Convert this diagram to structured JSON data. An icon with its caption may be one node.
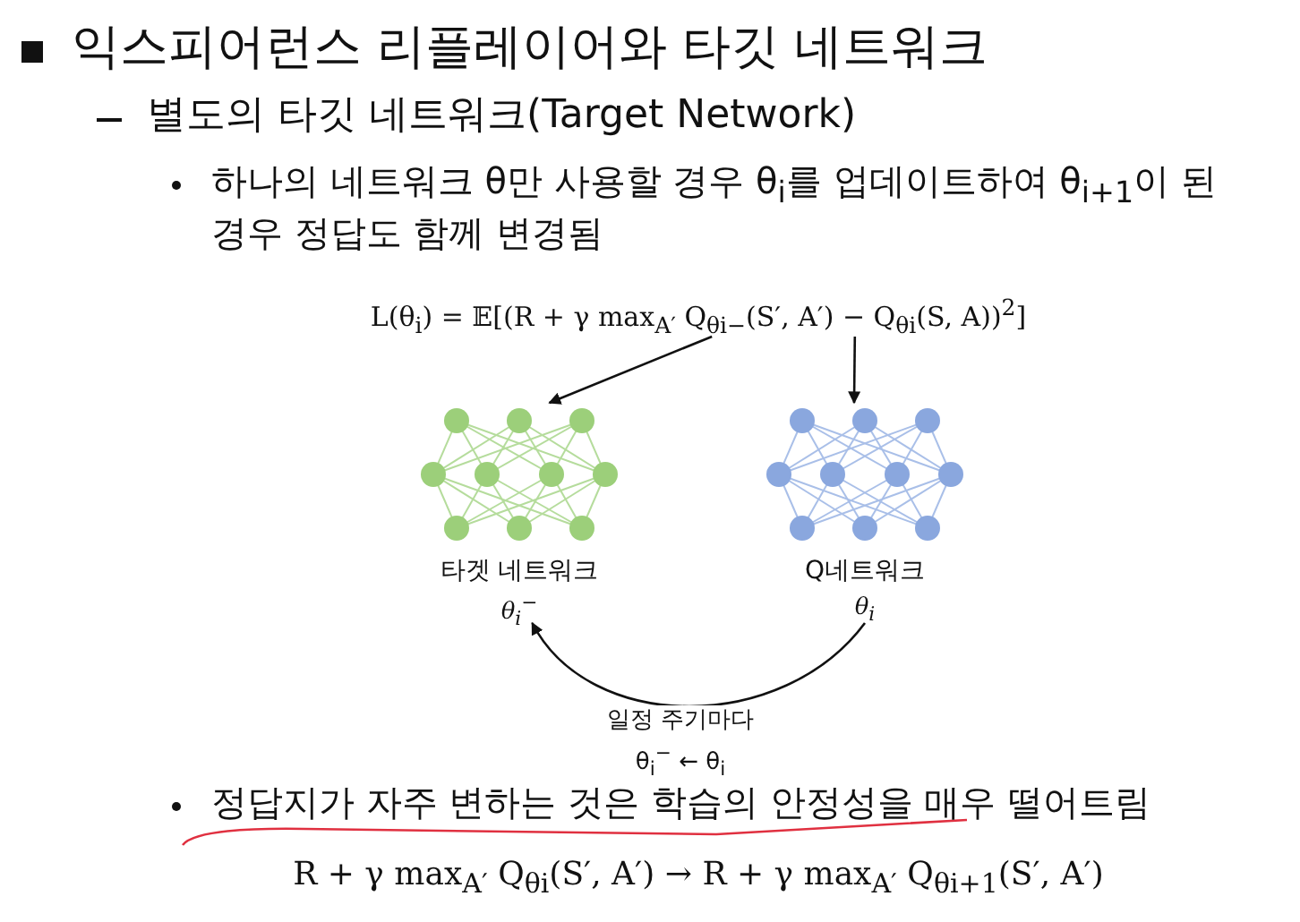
{
  "diagram": {
    "title": "익스피어런스 리플레이어와 타깃 네트워크",
    "nodes": [
      {
        "text": [
          "L(θ$_{i}$) = 𝔼[(R + γ max$_{A′}$ Q$_{θi−}$(S′, A′) − Q$_{θi}$(S, A))$^{2}$]"
        ]
      },
      {
        "text": [
          "타겟 네트워크",
          "θ$_{i}$$^{−}$"
        ]
      },
      {
        "text": [
          "Q네트워크",
          "θ$_{i}$"
        ]
      }
    ],
    "edges": [
      {
        "from": 0,
        "to": 1,
        "arrow": "to"
      },
      {
        "from": 0,
        "to": 2,
        "arrow": "to"
      },
      {
        "from": 2,
        "to": 1,
        "arrow": "to",
        "label": "일정 주기마다 θ$_{i}$$^{−}$ ← θ$_{i}$"
      }
    ],
    "labels": [
      "별도의 타깃 네트워크(Target Network)",
      "하나의 네트워크 θ만 사용할 경우 θ$_{i}$를 업데이트하여 θ$_{i+1}$이 된 경우 정답도 함께 변경됨",
      "정답지가 자주 변하는 것은 학습의 안정성을 매우 떨어트림",
      "R + γ max$_{A′}$ Q$_{θi}$(S′, A′) → R + γ max$_{A′}$ Q$_{θi+1}$(S′, A′)"
    ]
  }
}
